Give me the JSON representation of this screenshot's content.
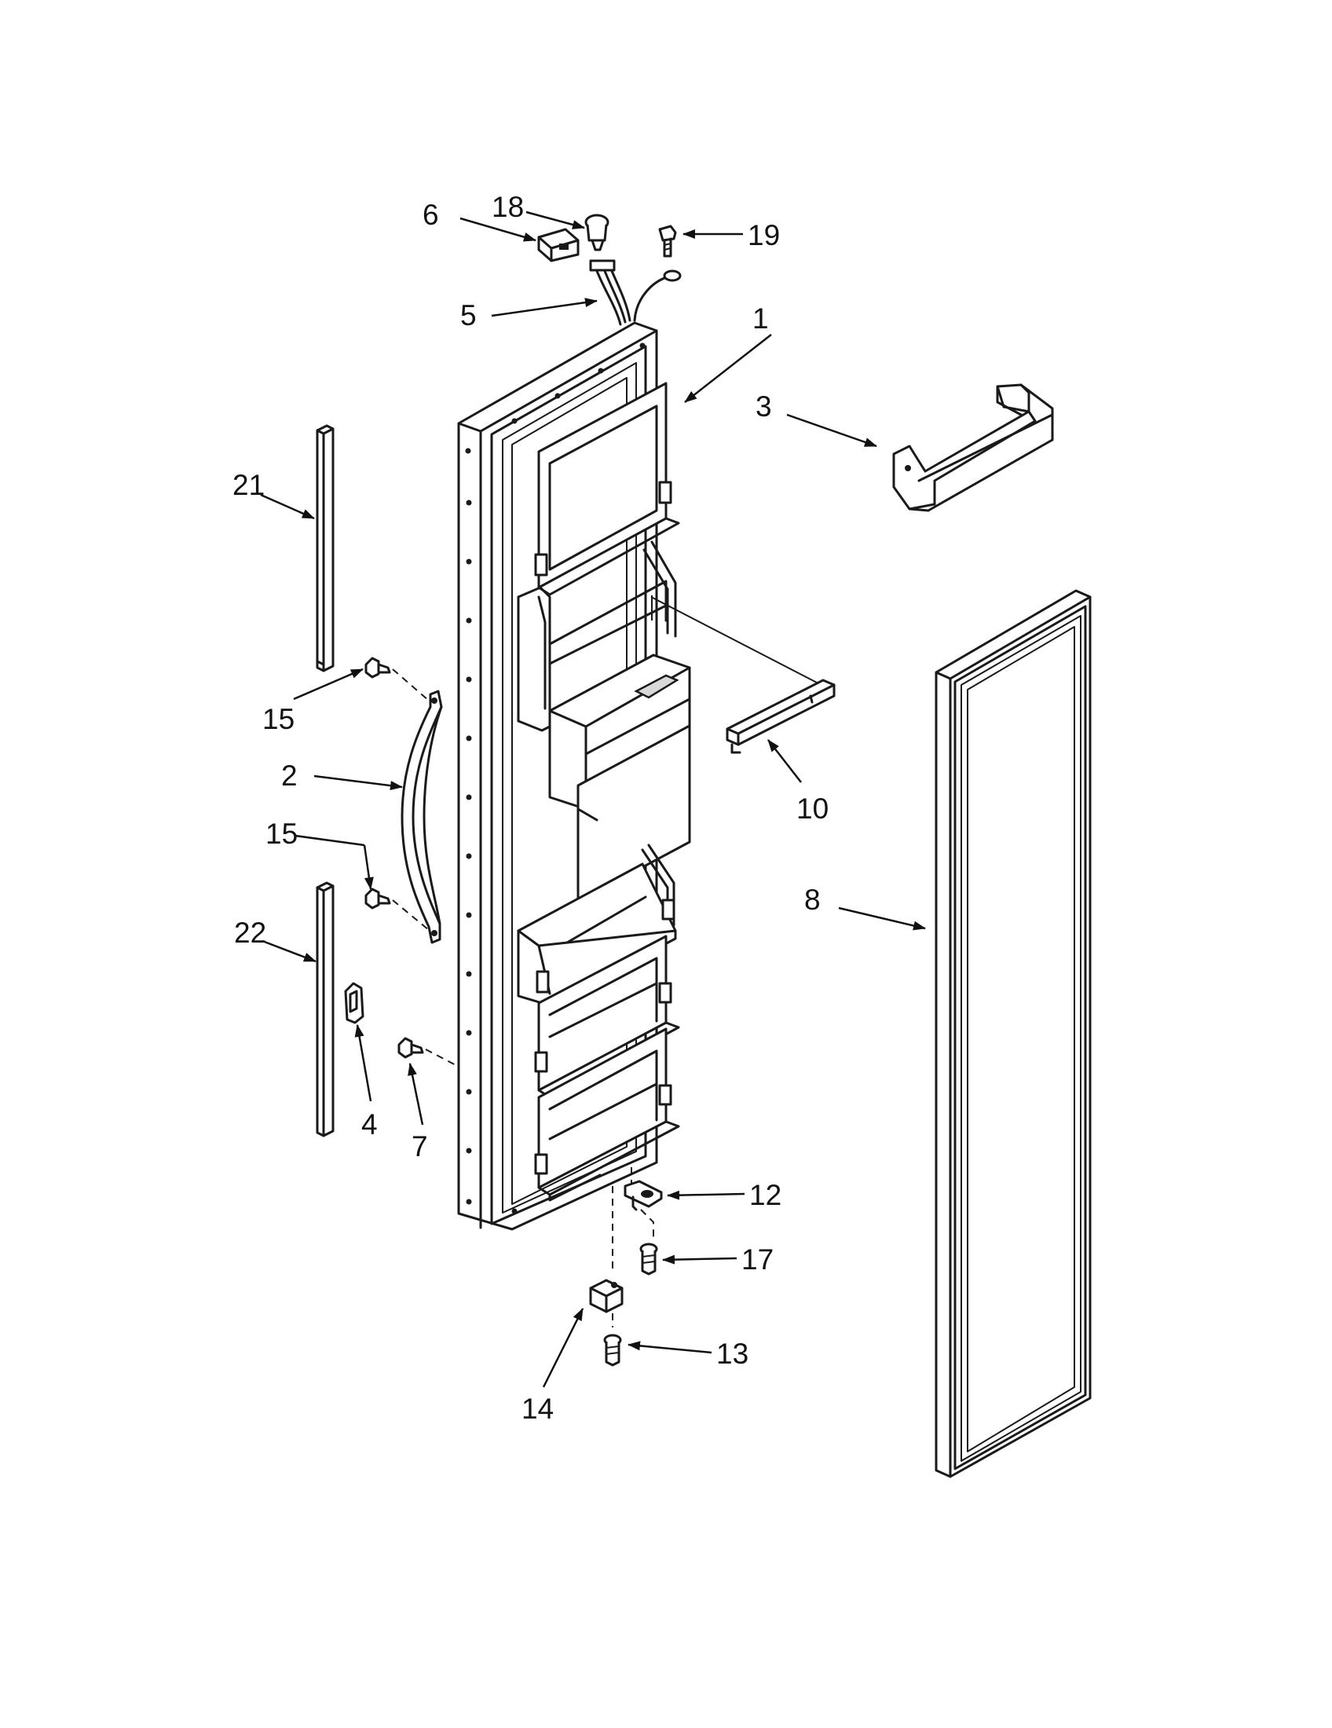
{
  "callouts": {
    "c1": "1",
    "c2": "2",
    "c3": "3",
    "c4": "4",
    "c5": "5",
    "c6": "6",
    "c7": "7",
    "c8": "8",
    "c10": "10",
    "c12": "12",
    "c13": "13",
    "c14": "14",
    "c15a": "15",
    "c15b": "15",
    "c17": "17",
    "c18": "18",
    "c19": "19",
    "c21": "21",
    "c22": "22"
  }
}
